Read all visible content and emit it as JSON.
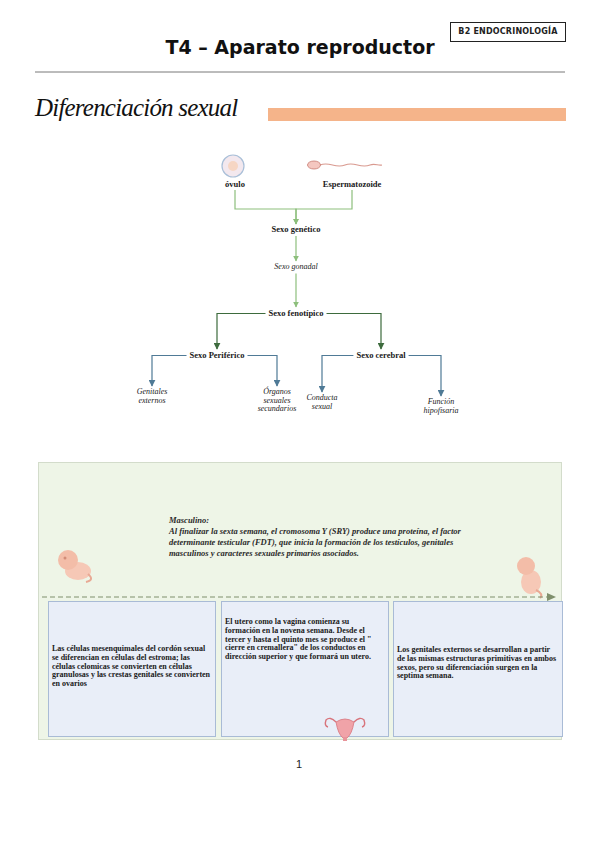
{
  "diagram": {
    "title": "T4 – Aparato reproductor",
    "nodes": [
      {
        "text": [
          "B2 ENDOCRINOLOGÍA"
        ]
      },
      {
        "text": [
          "óvulo"
        ]
      },
      {
        "text": [
          "Espermatozoide"
        ]
      },
      {
        "text": [
          "Sexo genético"
        ]
      },
      {
        "text": [
          "Sexo gonadal"
        ]
      },
      {
        "text": [
          "Sexo fenotípico"
        ]
      },
      {
        "text": [
          "Sexo Periférico"
        ]
      },
      {
        "text": [
          "Sexo cerebral"
        ]
      },
      {
        "text": [
          "Genitales externos"
        ]
      },
      {
        "text": [
          "Órganos sexuales secundarios"
        ]
      },
      {
        "text": [
          "Conducta sexual"
        ]
      },
      {
        "text": [
          "Función hipofisaria"
        ]
      },
      {
        "text": [
          "Masculino:",
          "Al finalizar la sexta semana, el cromosoma Y (SRY) produce una proteína, el factor determinante testicular (FDT), que inicia la formación de los testículos, genitales masculinos y caracteres sexuales primarios asociados."
        ]
      },
      {
        "text": [
          "Las células mesenquimales del cordón sexual se diferencian en células del estroma; las células celomicas se convierten en células granulosas y las crestas genitales se convierten en ovarios"
        ],
        "in": 12
      },
      {
        "text": [
          "El utero como la vagina comienza su formación en la novena semana. Desde el tercer y hasta el quinto mes se produce el \" cierre en cremallera\" de los conductos en dirección superior y que formará un utero."
        ],
        "in": 12
      },
      {
        "text": [
          "Los genitales externos se desarrollan a partir de las mismas estructuras primitivas en ambos sexos, pero su diferenciación surgen en la septima semana."
        ],
        "in": 12
      }
    ],
    "edges": [
      {
        "from": 1,
        "to": 3,
        "arrow": "to"
      },
      {
        "from": 2,
        "to": 3,
        "arrow": "to"
      },
      {
        "from": 3,
        "to": 4,
        "arrow": "to"
      },
      {
        "from": 4,
        "to": 5,
        "arrow": "to"
      },
      {
        "from": 5,
        "to": 6,
        "arrow": "to"
      },
      {
        "from": 5,
        "to": 7,
        "arrow": "to"
      },
      {
        "from": 6,
        "to": 8,
        "arrow": "to"
      },
      {
        "from": 6,
        "to": 9,
        "arrow": "to"
      },
      {
        "from": 7,
        "to": 10,
        "arrow": "to"
      },
      {
        "from": 7,
        "to": 11,
        "arrow": "to"
      }
    ],
    "labels": [
      "Diferenciación sexual",
      "1"
    ]
  }
}
